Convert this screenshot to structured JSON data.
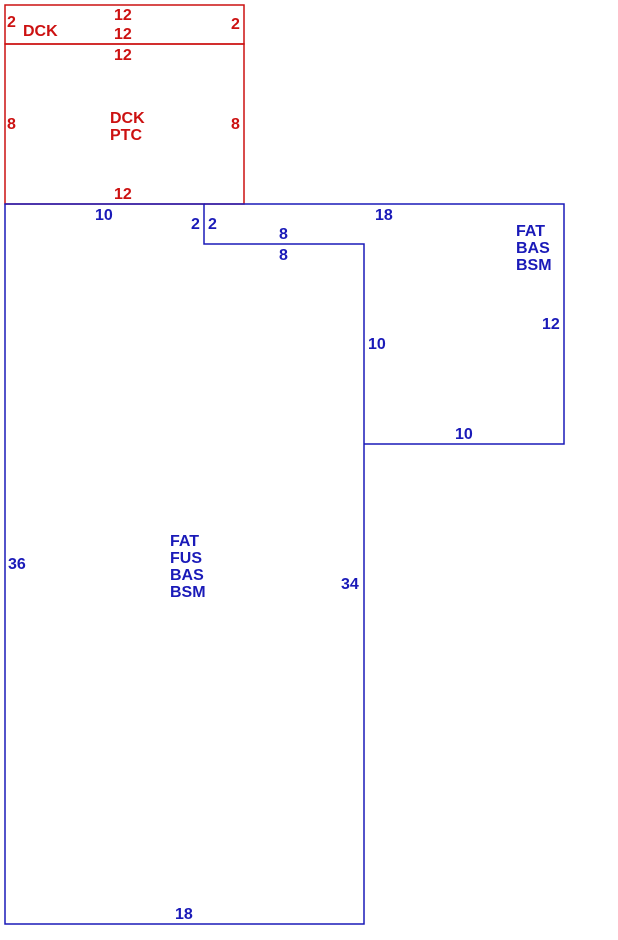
{
  "colors": {
    "deck": "#cc1111",
    "house": "#1a1ab8"
  },
  "areas": {
    "deck": {
      "label": "DCK",
      "dims": {
        "top": "12",
        "bottom": "12",
        "left": "2",
        "right": "2"
      }
    },
    "deck_patio": {
      "label_lines": [
        "DCK",
        "PTC"
      ],
      "dims": {
        "top": "12",
        "bottom": "12",
        "left": "8",
        "right": "8"
      }
    },
    "main_house": {
      "label_lines": [
        "FAT",
        "FUS",
        "BAS",
        "BSM"
      ],
      "dims": {
        "top_left": "10",
        "notch_left": "2",
        "notch_right": "2",
        "notch_top": "8",
        "notch_bottom": "8",
        "inner_right": "10",
        "left": "36",
        "right": "34",
        "bottom": "18"
      }
    },
    "wing": {
      "label_lines": [
        "FAT",
        "BAS",
        "BSM"
      ],
      "dims": {
        "top": "18",
        "right": "12",
        "bottom": "10"
      }
    }
  }
}
